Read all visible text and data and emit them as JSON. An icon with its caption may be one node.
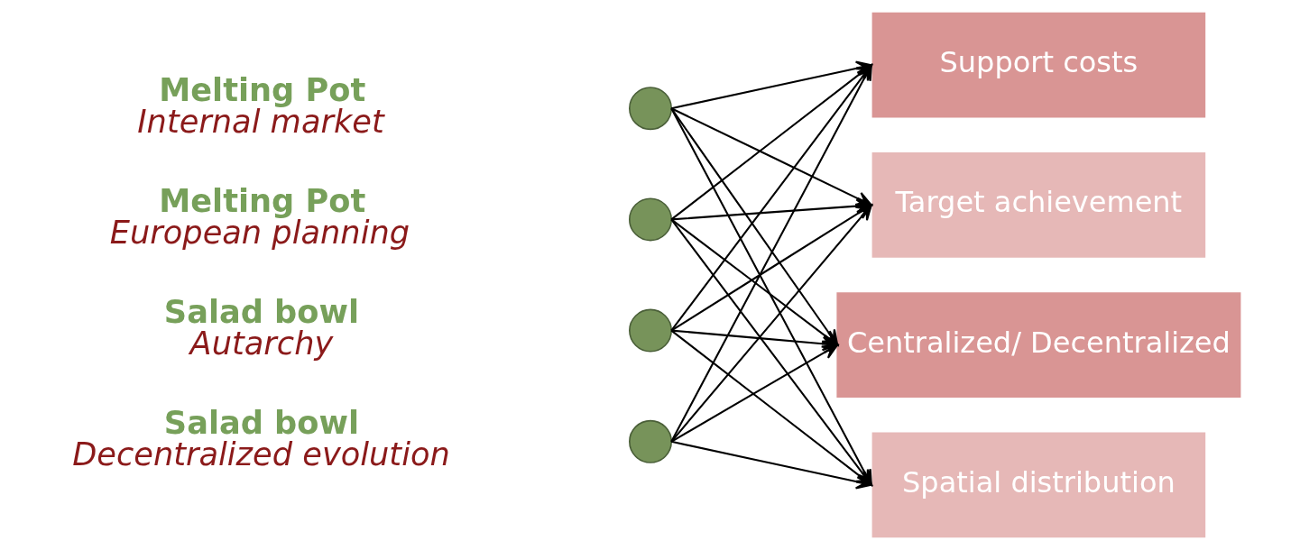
{
  "diagram": {
    "nodes": [
      {
        "text": [],
        "shape": "circle",
        "beside": [
          "Melting Pot",
          "Internal market"
        ]
      },
      {
        "text": [],
        "shape": "circle",
        "beside": [
          "Melting Pot",
          "European planning"
        ]
      },
      {
        "text": [],
        "shape": "circle",
        "beside": [
          "Salad bowl",
          "Autarchy"
        ]
      },
      {
        "text": [],
        "shape": "circle",
        "beside": [
          "Salad bowl",
          "Decentralized evolution"
        ]
      },
      {
        "text": [
          "Support costs"
        ]
      },
      {
        "text": [
          "Target achievement"
        ]
      },
      {
        "text": [
          "Centralized/ Decentralized"
        ]
      },
      {
        "text": [
          "Spatial distribution"
        ]
      }
    ],
    "edges": [
      {
        "from": 0,
        "to": 4,
        "arrow": "to"
      },
      {
        "from": 0,
        "to": 5,
        "arrow": "to"
      },
      {
        "from": 0,
        "to": 6,
        "arrow": "to"
      },
      {
        "from": 0,
        "to": 7,
        "arrow": "to"
      },
      {
        "from": 1,
        "to": 4,
        "arrow": "to"
      },
      {
        "from": 1,
        "to": 5,
        "arrow": "to"
      },
      {
        "from": 1,
        "to": 6,
        "arrow": "to"
      },
      {
        "from": 1,
        "to": 7,
        "arrow": "to"
      },
      {
        "from": 2,
        "to": 4,
        "arrow": "to"
      },
      {
        "from": 2,
        "to": 5,
        "arrow": "to"
      },
      {
        "from": 2,
        "to": 6,
        "arrow": "to"
      },
      {
        "from": 2,
        "to": 7,
        "arrow": "to"
      },
      {
        "from": 3,
        "to": 4,
        "arrow": "to"
      },
      {
        "from": 3,
        "to": 5,
        "arrow": "to"
      },
      {
        "from": 3,
        "to": 6,
        "arrow": "to"
      },
      {
        "from": 3,
        "to": 7,
        "arrow": "to"
      }
    ]
  }
}
